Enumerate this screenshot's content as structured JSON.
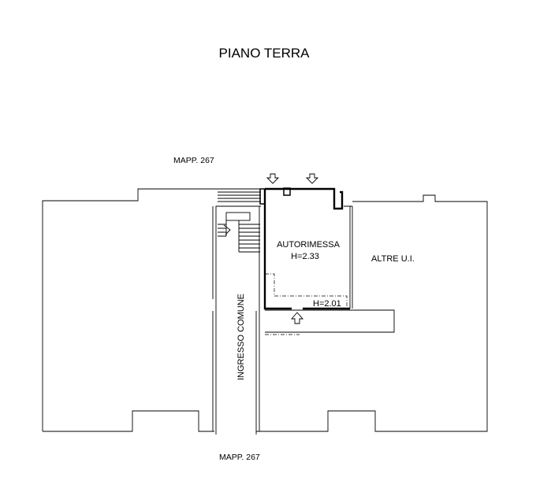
{
  "title": "PIANO TERRA",
  "labels": {
    "mapp_top": "MAPP. 267",
    "mapp_bottom": "MAPP. 267",
    "garage_name": "AUTORIMESSA",
    "garage_height": "H=2.33",
    "garage_height_low": "H=2.01",
    "other_units": "ALTRE U.I.",
    "common_entrance": "INGRESSO COMUNE"
  },
  "colors": {
    "line": "#000000",
    "background": "#ffffff"
  }
}
